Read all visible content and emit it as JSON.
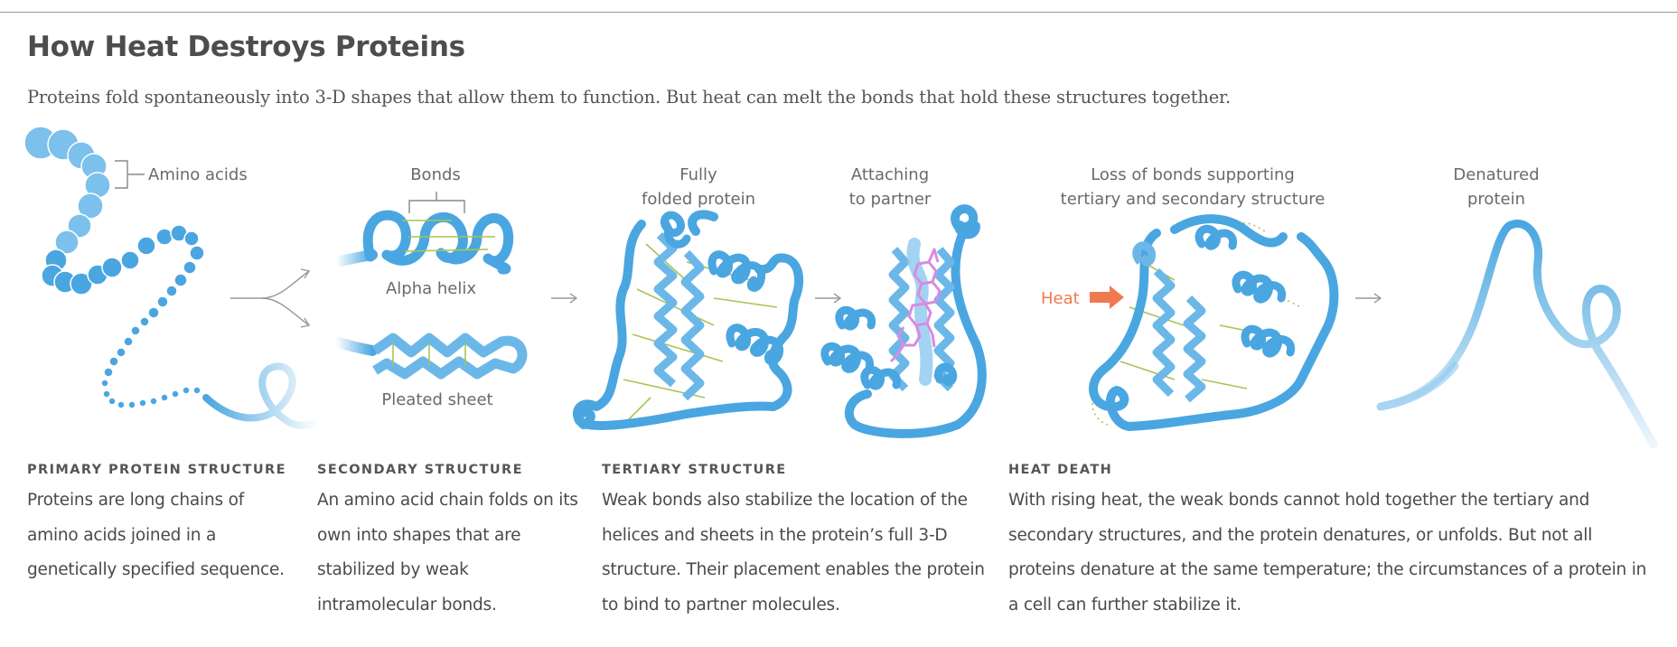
{
  "title": "How Heat Destroys Proteins",
  "subtitle": "Proteins fold spontaneously into 3-D shapes that allow them to function. But heat can melt the bonds that hold these structures together.",
  "labels": {
    "amino_acids": "Amino acids",
    "bonds": "Bonds",
    "alpha_helix": "Alpha helix",
    "pleated_sheet": "Pleated sheet",
    "fully_folded_1": "Fully",
    "fully_folded_2": "folded protein",
    "attaching_1": "Attaching",
    "attaching_2": "to partner",
    "loss_1": "Loss of bonds supporting",
    "loss_2": "tertiary and secondary structure",
    "denatured_1": "Denatured",
    "denatured_2": "protein",
    "heat": "Heat"
  },
  "sections": [
    {
      "heading": "PRIMARY PROTEIN STRUCTURE",
      "body": "Proteins are long chains of amino acids joined in a genetically specified sequence."
    },
    {
      "heading": "SECONDARY STRUCTURE",
      "body": "An amino acid chain folds on its own into shapes that are stabilized by weak intramolecular bonds."
    },
    {
      "heading": "TERTIARY STRUCTURE",
      "body": "Weak bonds also stabilize the location of the helices and sheets in the protein’s full 3-D structure. Their placement enables the protein to bind to partner molecules."
    },
    {
      "heading": "HEAT DEATH",
      "body": "With rising heat, the weak bonds cannot hold together the tertiary and secondary structures, and the protein denatures, or unfolds. But not all proteins denature at the same temperature; the circumstances of a protein in a cell can further stabilize it."
    }
  ],
  "colors": {
    "protein_blue": "#4aa6e0",
    "protein_light": "#8cc8ef",
    "bond_green": "#a8c455",
    "partner_pink": "#d98be0",
    "heat_orange": "#f07a50",
    "text_gray": "#4a4a4a"
  },
  "icons": [
    "arrow-right-icon",
    "split-arrow-icon",
    "heat-arrow-icon"
  ]
}
